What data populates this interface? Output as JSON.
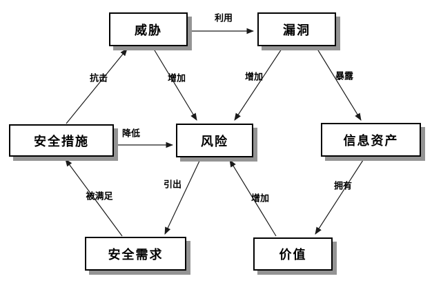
{
  "diagram": {
    "colors": {
      "background": "#ffffff",
      "box_fill": "#ffffff",
      "box_border": "#000000",
      "box_shadow": "#949494",
      "line": "#1a1a1a",
      "text": "#000000"
    },
    "nodes": [
      {
        "id": "threat",
        "label": "威胁"
      },
      {
        "id": "vulnerability",
        "label": "漏洞"
      },
      {
        "id": "safeguards",
        "label": "安全措施"
      },
      {
        "id": "risk",
        "label": "风险"
      },
      {
        "id": "information-assets",
        "label": "信息资产"
      },
      {
        "id": "security-requirements",
        "label": "安全需求"
      },
      {
        "id": "value",
        "label": "价值"
      }
    ],
    "edges": [
      {
        "from": "威胁",
        "to": "漏洞",
        "label": "利用"
      },
      {
        "from": "安全措施",
        "to": "威胁",
        "label": "抗击"
      },
      {
        "from": "威胁",
        "to": "风险",
        "label": "增加"
      },
      {
        "from": "漏洞",
        "to": "风险",
        "label": "增加"
      },
      {
        "from": "漏洞",
        "to": "信息资产",
        "label": "暴露"
      },
      {
        "from": "安全措施",
        "to": "风险",
        "label": "降低"
      },
      {
        "from": "安全需求",
        "to": "安全措施",
        "label": "被满足"
      },
      {
        "from": "风险",
        "to": "安全需求",
        "label": "引出"
      },
      {
        "from": "价值",
        "to": "风险",
        "label": "增加"
      },
      {
        "from": "信息资产",
        "to": "价值",
        "label": "拥有"
      }
    ]
  }
}
